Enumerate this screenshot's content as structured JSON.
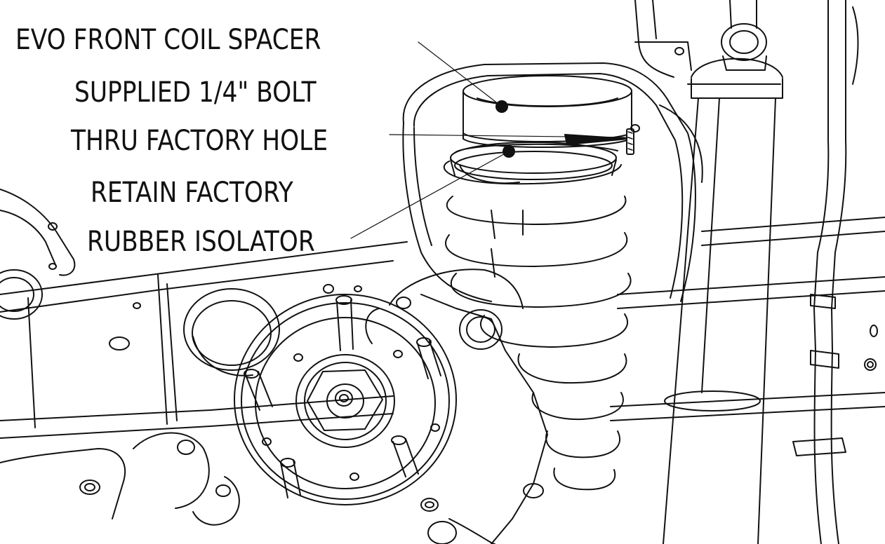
{
  "diagram": {
    "callouts": [
      "EVO FRONT COIL SPACER",
      "SUPPLIED 1/4\" BOLT",
      "THRU FACTORY HOLE",
      "RETAIN FACTORY",
      "RUBBER ISOLATOR"
    ],
    "colors": {
      "line": "#111111",
      "background": "#ffffff"
    }
  }
}
